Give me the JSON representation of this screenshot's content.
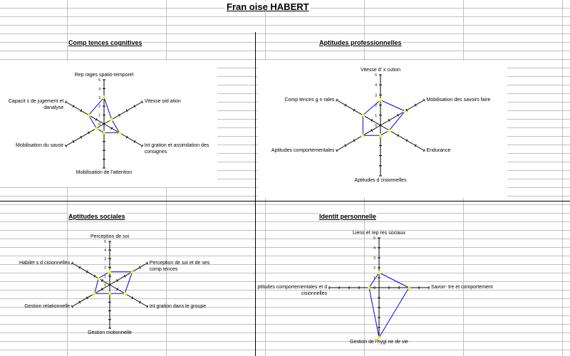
{
  "sheet": {
    "title": "Fran  oise HABERT"
  },
  "colors": {
    "series": "#0000ff",
    "marker": "#ffff00",
    "axis": "#000000",
    "grid": "#c0c0c0"
  },
  "chart_data": [
    {
      "type": "radar",
      "title": "Comp  tences cognitives",
      "axes": [
        "Rep rages spatio-temporel",
        "Vitesse oid ation",
        "Int gration et assimilation des consignes",
        "Mobilisation de l'attention",
        "Mobilisation du savoir",
        "Capacit  s de jugement et danalyse"
      ],
      "values": [
        3,
        1,
        2,
        1,
        1,
        2
      ],
      "range": [
        0,
        5
      ],
      "ticks": [
        "0",
        "1",
        "2",
        "3",
        "4",
        "5"
      ]
    },
    {
      "type": "radar",
      "title": "Aptitudes professionnelles",
      "axes": [
        "Vitesse d' x cution",
        "Mobilisation des savoirs faire",
        "Endurance",
        "Aptitudes d cisionnelles",
        "Aptitudes comportementales",
        "Comp tences g n rales"
      ],
      "values": [
        2.5,
        2.8,
        1,
        1,
        2,
        2
      ],
      "range": [
        0,
        5
      ],
      "ticks": [
        "0",
        "1",
        "2",
        "3",
        "4",
        "5"
      ]
    },
    {
      "type": "radar",
      "title": "Aptitudes sociales",
      "axes": [
        "Perception de soi",
        "Perception de soi et de ses comp  tences",
        "Int gration dans le groupe",
        "Gestion  motionnelle",
        "Gestion relationnelle",
        "Habilet  s d cisionnelles"
      ],
      "values": [
        1.5,
        3,
        2,
        1,
        2,
        1.5
      ],
      "range": [
        0,
        5
      ],
      "ticks": [
        "0",
        "1",
        "2",
        "3",
        "4",
        "5"
      ]
    },
    {
      "type": "radar",
      "title": "Identit   personnelle",
      "axes": [
        "Liens et rep  res sociaux",
        "Savoir-  tre et comportement",
        "Gestion de l'hygi  ne de vie",
        "ptitudes comportementales et d cisionnelles"
      ],
      "values": [
        1.5,
        3,
        5,
        1
      ],
      "range": [
        0,
        5
      ],
      "ticks": [
        "0",
        "1",
        "2",
        "3",
        "4",
        "5"
      ]
    }
  ]
}
